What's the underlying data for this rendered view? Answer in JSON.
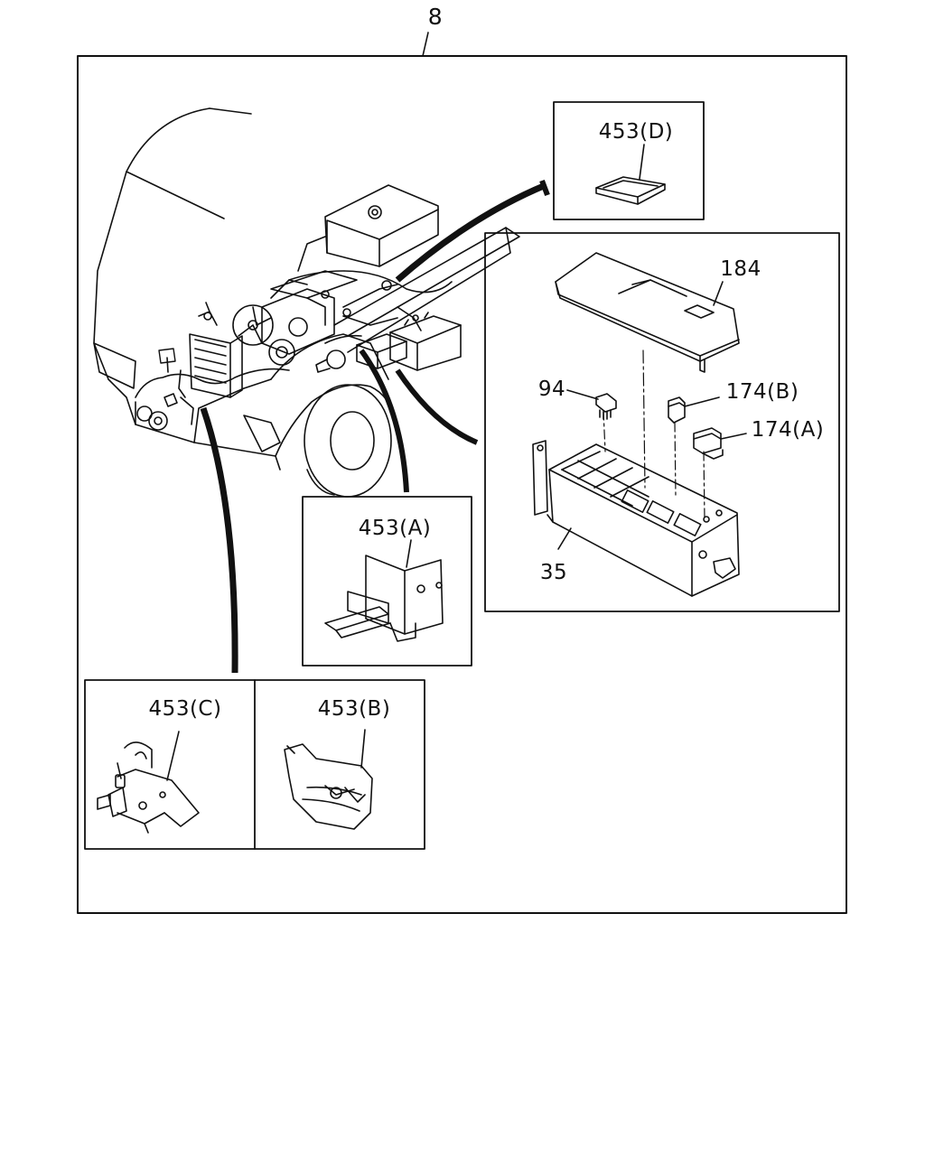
{
  "diagram": {
    "figure_number": "8",
    "callouts": {
      "d453": "453(D)",
      "c184": "184",
      "c94": "94",
      "c174b": "174(B)",
      "c174a": "174(A)",
      "c35": "35",
      "a453": "453(A)",
      "c453c": "453(C)",
      "b453": "453(B)"
    }
  }
}
